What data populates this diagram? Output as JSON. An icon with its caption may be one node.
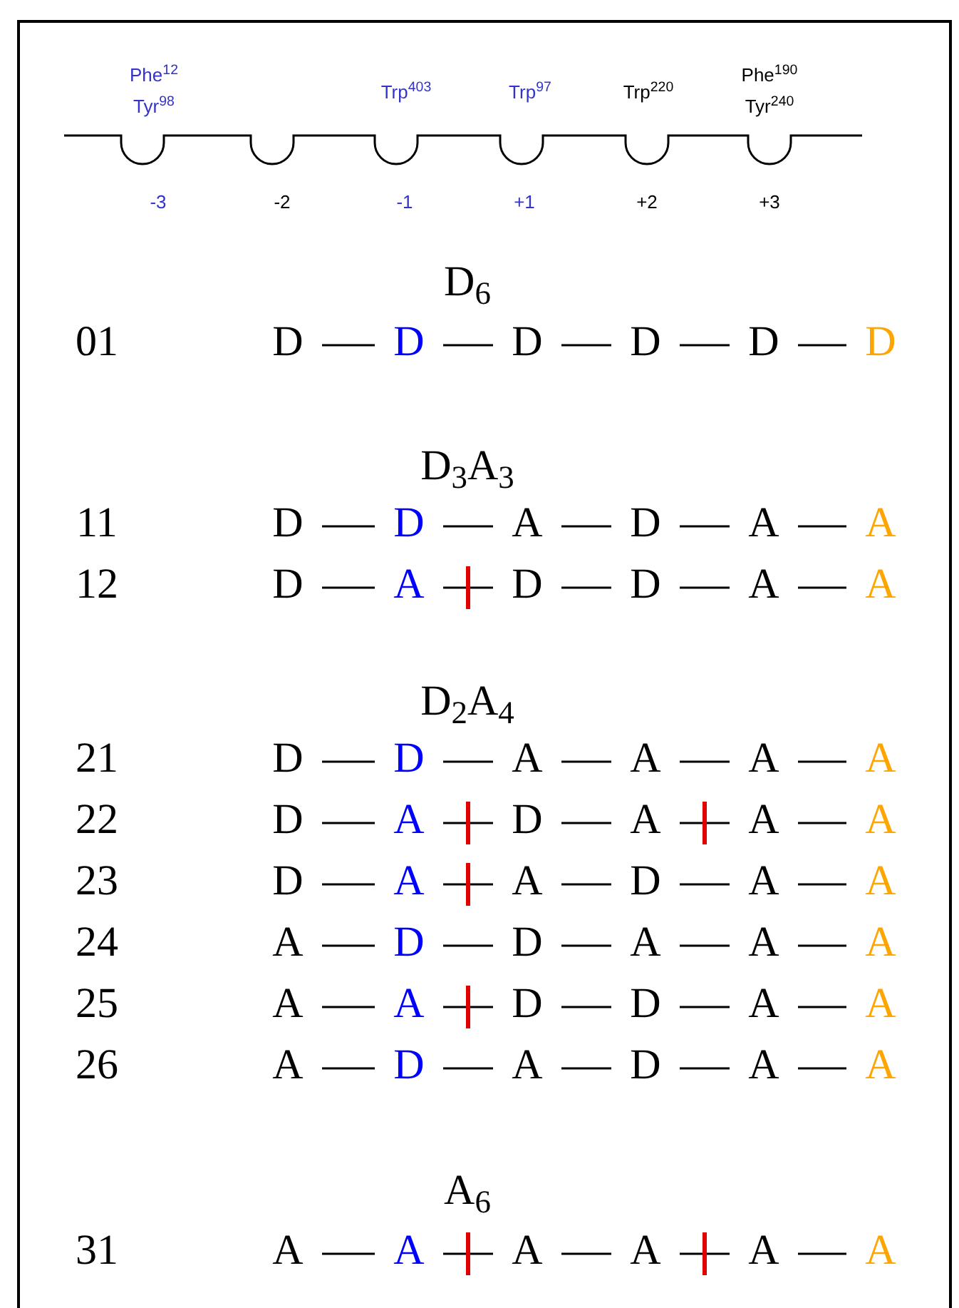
{
  "diagram": {
    "nodes": [
      {
        "text": [
          "D"
        ]
      },
      {
        "text": [
          "D"
        ]
      },
      {
        "text": [
          "D"
        ]
      },
      {
        "text": [
          "D"
        ]
      },
      {
        "text": [
          "D"
        ]
      },
      {
        "text": [
          "D"
        ]
      },
      {
        "text": [
          "D"
        ]
      },
      {
        "text": [
          "D"
        ]
      },
      {
        "text": [
          "A"
        ]
      },
      {
        "text": [
          "D"
        ]
      },
      {
        "text": [
          "A"
        ]
      },
      {
        "text": [
          "A"
        ]
      },
      {
        "text": [
          "D"
        ]
      },
      {
        "text": [
          "A"
        ]
      },
      {
        "text": [
          "D"
        ]
      },
      {
        "text": [
          "D"
        ]
      },
      {
        "text": [
          "A"
        ]
      },
      {
        "text": [
          "A"
        ]
      },
      {
        "text": [
          "D"
        ]
      },
      {
        "text": [
          "D"
        ]
      },
      {
        "text": [
          "A"
        ]
      },
      {
        "text": [
          "A"
        ]
      },
      {
        "text": [
          "A"
        ]
      },
      {
        "text": [
          "A"
        ]
      },
      {
        "text": [
          "D"
        ]
      },
      {
        "text": [
          "A"
        ]
      },
      {
        "text": [
          "D"
        ]
      },
      {
        "text": [
          "A"
        ]
      },
      {
        "text": [
          "A"
        ]
      },
      {
        "text": [
          "A"
        ]
      },
      {
        "text": [
          "D"
        ]
      },
      {
        "text": [
          "A"
        ]
      },
      {
        "text": [
          "A"
        ]
      },
      {
        "text": [
          "D"
        ]
      },
      {
        "text": [
          "A"
        ]
      },
      {
        "text": [
          "A"
        ]
      },
      {
        "text": [
          "A"
        ]
      },
      {
        "text": [
          "D"
        ]
      },
      {
        "text": [
          "D"
        ]
      },
      {
        "text": [
          "A"
        ]
      },
      {
        "text": [
          "A"
        ]
      },
      {
        "text": [
          "A"
        ]
      },
      {
        "text": [
          "A"
        ]
      },
      {
        "text": [
          "A"
        ]
      },
      {
        "text": [
          "D"
        ]
      },
      {
        "text": [
          "D"
        ]
      },
      {
        "text": [
          "A"
        ]
      },
      {
        "text": [
          "A"
        ]
      },
      {
        "text": [
          "A"
        ]
      },
      {
        "text": [
          "D"
        ]
      },
      {
        "text": [
          "A"
        ]
      },
      {
        "text": [
          "D"
        ]
      },
      {
        "text": [
          "A"
        ]
      },
      {
        "text": [
          "A"
        ]
      },
      {
        "text": [
          "A"
        ]
      },
      {
        "text": [
          "A"
        ]
      },
      {
        "text": [
          "A"
        ]
      },
      {
        "text": [
          "A"
        ]
      },
      {
        "text": [
          "A"
        ]
      },
      {
        "text": [
          "A"
        ]
      },
      {
        "text": [],
        "shape": "bar"
      },
      {
        "text": [],
        "shape": "bar"
      },
      {
        "text": [],
        "shape": "bar"
      },
      {
        "text": [],
        "shape": "bar"
      },
      {
        "text": [],
        "shape": "bar"
      },
      {
        "text": [],
        "shape": "bar"
      },
      {
        "text": [],
        "shape": "bar"
      }
    ],
    "edges": [
      {
        "from": 0,
        "to": 1,
        "arrow": "none"
      },
      {
        "from": 1,
        "to": 2,
        "arrow": "none"
      },
      {
        "from": 2,
        "to": 3,
        "arrow": "none"
      },
      {
        "from": 3,
        "to": 4,
        "arrow": "none"
      },
      {
        "from": 4,
        "to": 5,
        "arrow": "none"
      },
      {
        "from": 6,
        "to": 7,
        "arrow": "none"
      },
      {
        "from": 7,
        "to": 8,
        "arrow": "none"
      },
      {
        "from": 8,
        "to": 9,
        "arrow": "none"
      },
      {
        "from": 9,
        "to": 10,
        "arrow": "none"
      },
      {
        "from": 10,
        "to": 11,
        "arrow": "none"
      },
      {
        "from": 12,
        "to": 13,
        "arrow": "none"
      },
      {
        "from": 13,
        "to": 60,
        "arrow": "none"
      },
      {
        "from": 60,
        "to": 14,
        "arrow": "none"
      },
      {
        "from": 14,
        "to": 15,
        "arrow": "none"
      },
      {
        "from": 15,
        "to": 16,
        "arrow": "none"
      },
      {
        "from": 16,
        "to": 17,
        "arrow": "none"
      },
      {
        "from": 18,
        "to": 19,
        "arrow": "none"
      },
      {
        "from": 19,
        "to": 20,
        "arrow": "none"
      },
      {
        "from": 20,
        "to": 21,
        "arrow": "none"
      },
      {
        "from": 21,
        "to": 22,
        "arrow": "none"
      },
      {
        "from": 22,
        "to": 23,
        "arrow": "none"
      },
      {
        "from": 24,
        "to": 25,
        "arrow": "none"
      },
      {
        "from": 25,
        "to": 61,
        "arrow": "none"
      },
      {
        "from": 61,
        "to": 26,
        "arrow": "none"
      },
      {
        "from": 26,
        "to": 27,
        "arrow": "none"
      },
      {
        "from": 27,
        "to": 62,
        "arrow": "none"
      },
      {
        "from": 62,
        "to": 28,
        "arrow": "none"
      },
      {
        "from": 28,
        "to": 29,
        "arrow": "none"
      },
      {
        "from": 30,
        "to": 31,
        "arrow": "none"
      },
      {
        "from": 31,
        "to": 63,
        "arrow": "none"
      },
      {
        "from": 63,
        "to": 32,
        "arrow": "none"
      },
      {
        "from": 32,
        "to": 33,
        "arrow": "none"
      },
      {
        "from": 33,
        "to": 34,
        "arrow": "none"
      },
      {
        "from": 34,
        "to": 35,
        "arrow": "none"
      },
      {
        "from": 36,
        "to": 37,
        "arrow": "none"
      },
      {
        "from": 37,
        "to": 38,
        "arrow": "none"
      },
      {
        "from": 38,
        "to": 39,
        "arrow": "none"
      },
      {
        "from": 39,
        "to": 40,
        "arrow": "none"
      },
      {
        "from": 40,
        "to": 41,
        "arrow": "none"
      },
      {
        "from": 42,
        "to": 43,
        "arrow": "none"
      },
      {
        "from": 43,
        "to": 64,
        "arrow": "none"
      },
      {
        "from": 64,
        "to": 44,
        "arrow": "none"
      },
      {
        "from": 44,
        "to": 45,
        "arrow": "none"
      },
      {
        "from": 45,
        "to": 46,
        "arrow": "none"
      },
      {
        "from": 46,
        "to": 47,
        "arrow": "none"
      },
      {
        "from": 48,
        "to": 49,
        "arrow": "none"
      },
      {
        "from": 49,
        "to": 50,
        "arrow": "none"
      },
      {
        "from": 50,
        "to": 51,
        "arrow": "none"
      },
      {
        "from": 51,
        "to": 52,
        "arrow": "none"
      },
      {
        "from": 52,
        "to": 53,
        "arrow": "none"
      },
      {
        "from": 54,
        "to": 55,
        "arrow": "none"
      },
      {
        "from": 55,
        "to": 65,
        "arrow": "none"
      },
      {
        "from": 65,
        "to": 56,
        "arrow": "none"
      },
      {
        "from": 56,
        "to": 57,
        "arrow": "none"
      },
      {
        "from": 57,
        "to": 66,
        "arrow": "none"
      },
      {
        "from": 66,
        "to": 58,
        "arrow": "none"
      },
      {
        "from": 58,
        "to": 59,
        "arrow": "none"
      }
    ],
    "labels": [
      "Phe$^{12}$",
      "Tyr$^{98}$",
      "Trp$^{403}$",
      "Trp$^{97}$",
      "Trp$^{220}$",
      "Phe$^{190}$",
      "Tyr$^{240}$",
      "-3",
      "-2",
      "-1",
      "+1",
      "+2",
      "+3",
      "D$_{6}$",
      "01",
      "D$_{3}$A$_{3}$",
      "11",
      "12",
      "D$_{2}$A$_{4}$",
      "21",
      "22",
      "23",
      "24",
      "25",
      "26",
      "A$_{6}$",
      "31"
    ]
  }
}
